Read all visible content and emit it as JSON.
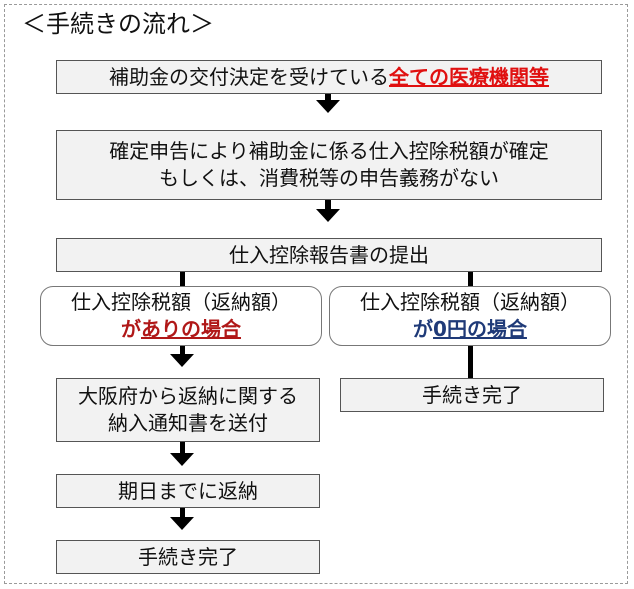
{
  "heading": "＜手続きの流れ＞",
  "steps": {
    "s1": {
      "prefix": "補助金の交付決定を受けている",
      "highlight": "全ての医療機関等"
    },
    "s2": {
      "line1": "確定申告により補助金に係る仕入控除税額が確定",
      "line2": "もしくは、消費税等の申告義務がない"
    },
    "s3": {
      "label": "仕入控除報告書の提出"
    },
    "branch_left": {
      "line1": "仕入控除税額（返納額）",
      "prefix": "が",
      "highlight": "ありの場合"
    },
    "branch_right": {
      "line1": "仕入控除税額（返納額）",
      "prefix": "が",
      "highlight": "0円の場合"
    },
    "left1": {
      "line1": "大阪府から返納に関する",
      "line2": "納入通知書を送付"
    },
    "left2": {
      "label": "期日までに返納"
    },
    "left3": {
      "label": "手続き完了"
    },
    "right1": {
      "label": "手続き完了"
    }
  },
  "colors": {
    "highlight_red": "#e01010",
    "highlight_darkred": "#b01818",
    "highlight_navy": "#1f3a78",
    "box_fill": "#f2f2f2"
  }
}
